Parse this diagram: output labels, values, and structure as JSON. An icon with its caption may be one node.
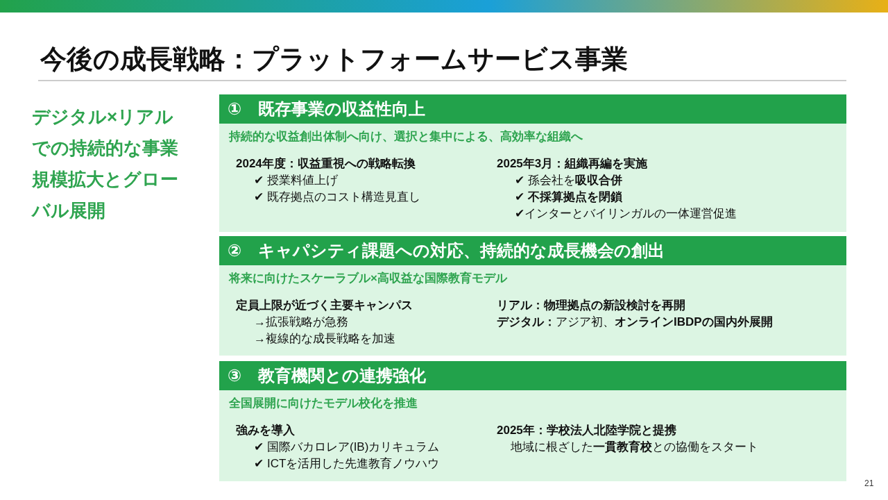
{
  "diagram": {
    "title": "今後の成長戦略：プラットフォームサービス事業",
    "nodes": [
      {
        "text": [
          "①　既存事業の収益性向上",
          "持続的な収益創出体制へ向け、選択と集中による、高効率な組織へ",
          "2024年度：収益重視への戦略転換",
          "✔ 授業料値上げ",
          "✔ 既存拠点のコスト構造見直し",
          "2025年3月：組織再編を実施",
          "✔ 孫会社を**吸収合併**",
          "✔ **不採算拠点を閉鎖**",
          "✔インターとバイリンガルの一体運営促進"
        ]
      },
      {
        "text": [
          "②　キャパシティ課題への対応、持続的な成長機会の創出",
          "将来に向けたスケーラブル×高収益な国際教育モデル",
          "定員上限が近づく主要キャンパス",
          "→拡張戦略が急務",
          "→複線的な成長戦略を加速",
          "リアル：物理拠点の新設検討を再開",
          "**デジタル：**アジア初、**オンラインIBDPの国内外展開**"
        ]
      },
      {
        "text": [
          "③　教育機関との連携強化",
          "全国展開に向けたモデル校化を推進",
          "強みを導入",
          "✔ 国際バカロレア(IB)カリキュラム",
          "✔ ICTを活用した先進教育ノウハウ",
          "2025年：学校法人北陸学院と提携",
          "地域に根ざした**一貫教育校**との協働をスタート"
        ]
      }
    ],
    "labels": [
      "デジタル×リアルでの持続的な事業規模拡大とグローバル展開",
      "21"
    ]
  }
}
